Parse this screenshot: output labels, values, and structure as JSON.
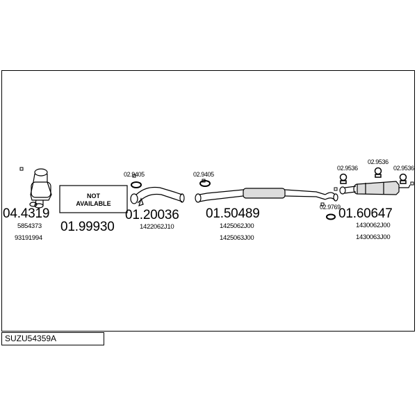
{
  "diagram": {
    "code": "SUZU54359A",
    "not_available_line1": "NOT",
    "not_available_line2": "AVAILABLE",
    "parts": {
      "cat": {
        "number": "04.4319",
        "oe1": "5854373",
        "oe2": "93191994"
      },
      "na": {
        "number": "01.99930"
      },
      "front_pipe": {
        "number": "01.20036",
        "oe1": "1422062J10"
      },
      "middle": {
        "number": "01.50489",
        "oe1": "1425062J00",
        "oe2": "1425063J00"
      },
      "rear": {
        "number": "01.60647",
        "oe1": "1430062J00",
        "oe2": "1430063J00"
      }
    },
    "accessories": {
      "ring_front": "02.9405",
      "ring_mid": "02.9405",
      "hanger_a": "02.9536",
      "hanger_b": "02.9536",
      "hanger_c": "02.9536",
      "ring_rear": "02.9769"
    }
  }
}
